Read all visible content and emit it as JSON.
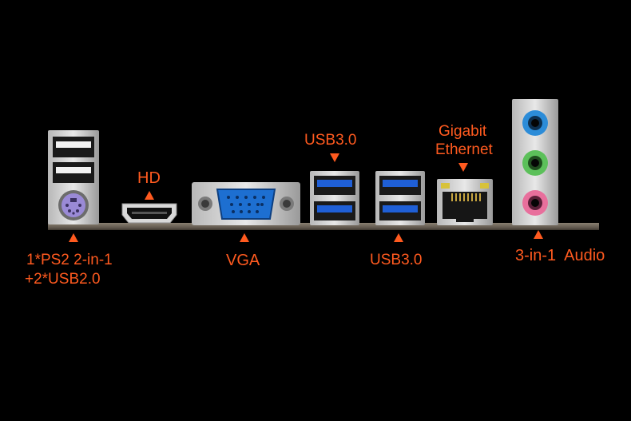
{
  "labels": {
    "ps2_usb2_line1": "1*PS2 2-in-1",
    "ps2_usb2_line2": "+2*USB2.0",
    "hd": "HD",
    "vga": "VGA",
    "usb3_top": "USB3.0",
    "usb3_bottom": "USB3.0",
    "gigabit_line1": "Gigabit",
    "gigabit_line2": "Ethernet",
    "audio": "3-in-1  Audio"
  },
  "colors": {
    "label_text": "#ff5a1f",
    "usb3_blue": "#1f5fd6",
    "vga_blue": "#1d6fd1",
    "ps2_purple": "#9a8ad6",
    "audio_blue": "#2c8cd8",
    "audio_green": "#5cc05a",
    "audio_pink": "#e86f9c"
  },
  "icons": [
    "arrow-up-icon",
    "arrow-down-icon"
  ]
}
